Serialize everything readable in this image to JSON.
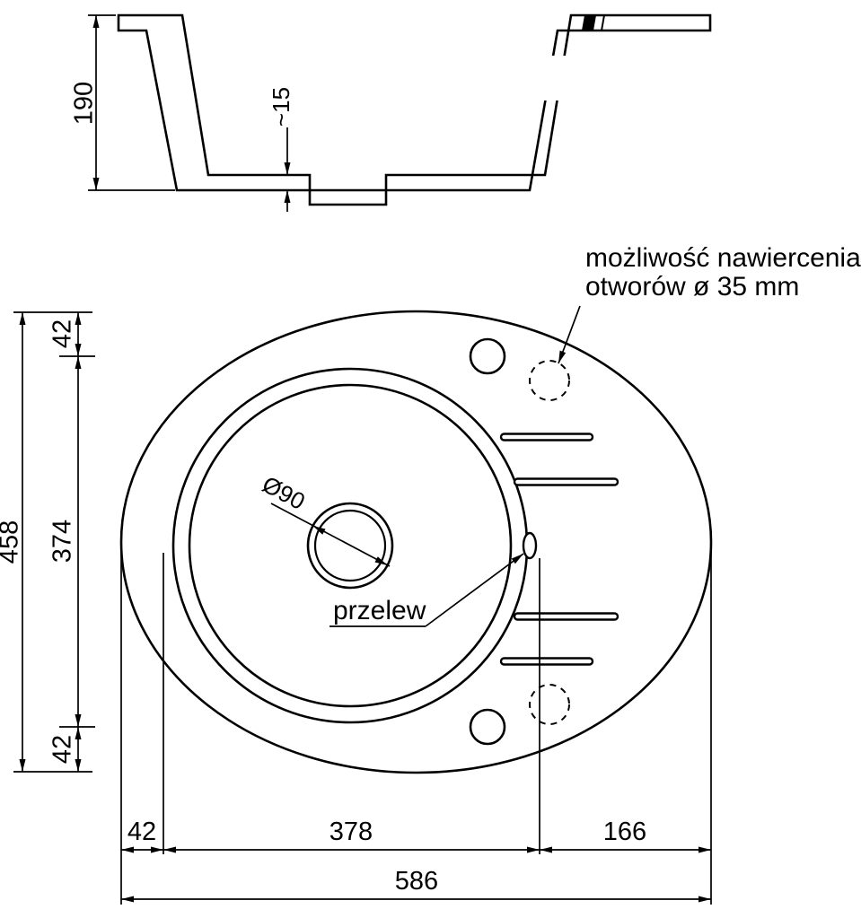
{
  "colors": {
    "ink": "#000000",
    "paper": "#ffffff"
  },
  "section_view": {
    "depth": "190",
    "recess_depth": "~15"
  },
  "plan_view": {
    "total_height": "458",
    "top_margin": "42",
    "hole_spacing": "374",
    "bottom_margin": "42",
    "left_margin": "42",
    "bowl_span": "378",
    "right_span": "166",
    "total_width": "586",
    "drain_diameter": "Ø90",
    "overflow_label": "przelew",
    "drill_note_line1": "możliwość nawiercenia",
    "drill_note_line2": "otworów ø 35 mm"
  }
}
